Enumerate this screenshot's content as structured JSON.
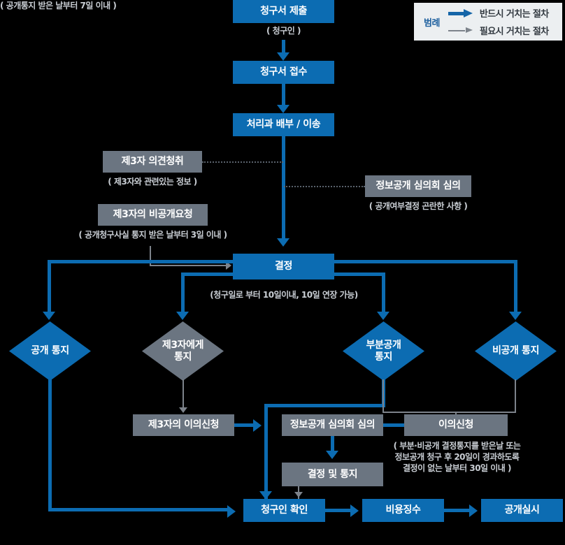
{
  "legend": {
    "title": "범례",
    "items": [
      {
        "label": "반드시 거치는 절차",
        "style": "solid-blue"
      },
      {
        "label": "필요시 거치는 절차",
        "style": "thin-gray"
      }
    ]
  },
  "nodes": {
    "submit": "청구서 제출",
    "submit_note": "( 청구인 )",
    "receive": "청구서 접수",
    "distribute": "처리과 배부 / 이송",
    "third_party_opinion": "제3자 의견청취",
    "third_party_opinion_note": "( 제3자와 관련있는 정보 )",
    "third_party_nondisclosure": "제3자의 비공개요청",
    "third_party_nondisclosure_note": "( 공개청구사실 통지 받은 날부터 3일 이내 )",
    "committee_review_top": "정보공개 심의회 심의",
    "committee_review_top_note": "( 공개여부결정 곤란한 사항 )",
    "decision": "결정",
    "decision_note": "(청구일로 부터 10일이내, 10일 연장 가능)",
    "notice_disclose": "공개 통지",
    "notice_third_party": "제3자에게\n통지",
    "notice_partial": "부분공개\n통지",
    "notice_nondisclose": "비공개 통지",
    "third_party_objection": "제3자의 이의신청",
    "third_party_objection_note": "( 공개통지 받은 날부터 7일 이내 )",
    "committee_review_bottom": "정보공개 심의회 심의",
    "objection": "이의신청",
    "objection_note": "( 부분·비공개 결정통지를 받은날 또는\n정보공개 청구 후 20일이 경과하도록\n결정이 없는 날부터 30일 이내 )",
    "decision_notice": "결정 및 통지",
    "claimant_check": "청구인 확인",
    "fee_collection": "비용징수",
    "disclosure_execute": "공개실시"
  },
  "colors": {
    "blue": "#0c6cb2",
    "gray": "#6b7581",
    "connector_blue": "#0c6cb2",
    "connector_gray": "#7d838b",
    "note_text": "#c9ced4",
    "background": "#000000",
    "legend_background": "#eceff1",
    "legend_title": "#1b5e9e"
  }
}
